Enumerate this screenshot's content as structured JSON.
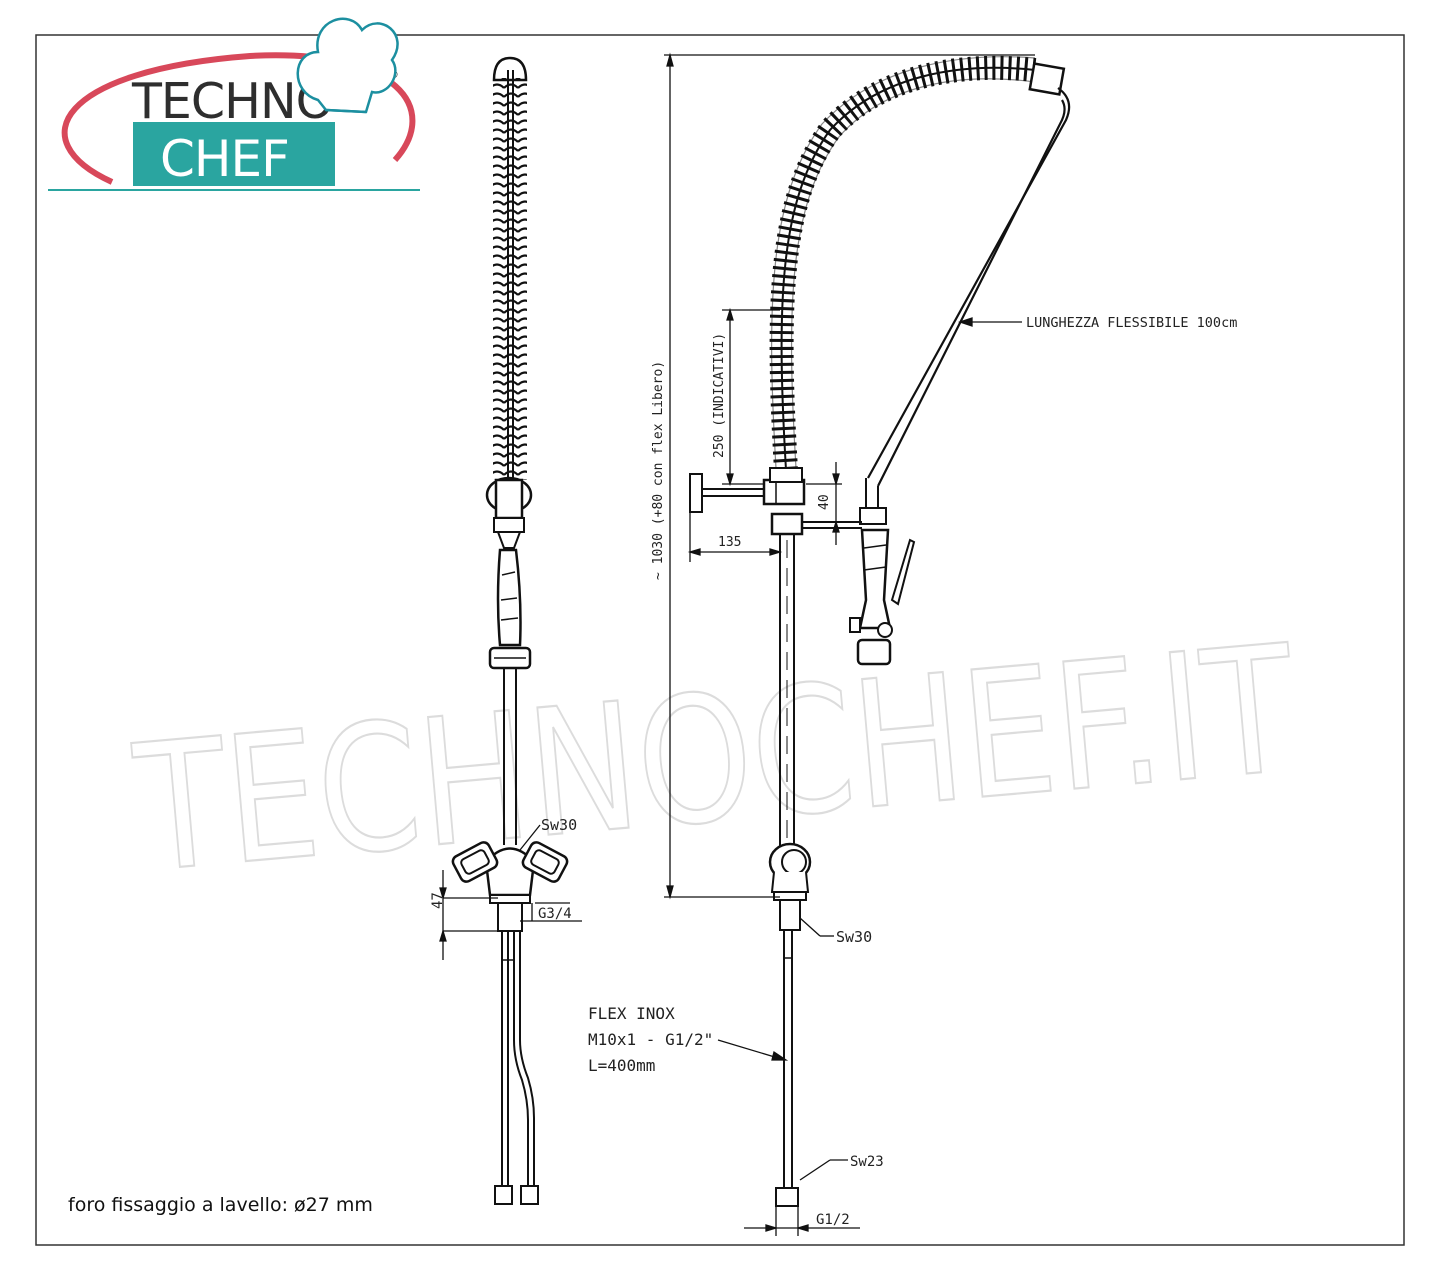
{
  "logo": {
    "line1": "TECHNO",
    "line2": "CHEF",
    "registered": "®",
    "colors": {
      "ring": "#d8485a",
      "teal": "#2aa5a0",
      "text": "#2e2e2e",
      "hat_stroke": "#1c8fa0"
    }
  },
  "watermark": {
    "text": "TECHNOCHEF.IT"
  },
  "labels": {
    "hose_length": "LUNGHEZZA FLESSIBILE 100cm",
    "total_height": "~ 1030 (+80 con flex Libero)",
    "height_250": "250 (INDICATIVI)",
    "dim_40": "40",
    "dim_135": "135",
    "sw30_front": "Sw30",
    "sw30_side": "Sw30",
    "dim_47": "47",
    "g34": "G3/4",
    "flex_line1": "FLEX INOX",
    "flex_line2": "M10x1 - G1/2\"",
    "flex_line3": "L=400mm",
    "sw23": "Sw23",
    "g12": "G1/2"
  },
  "footer_note": "foro fissaggio a lavello: ø27 mm"
}
